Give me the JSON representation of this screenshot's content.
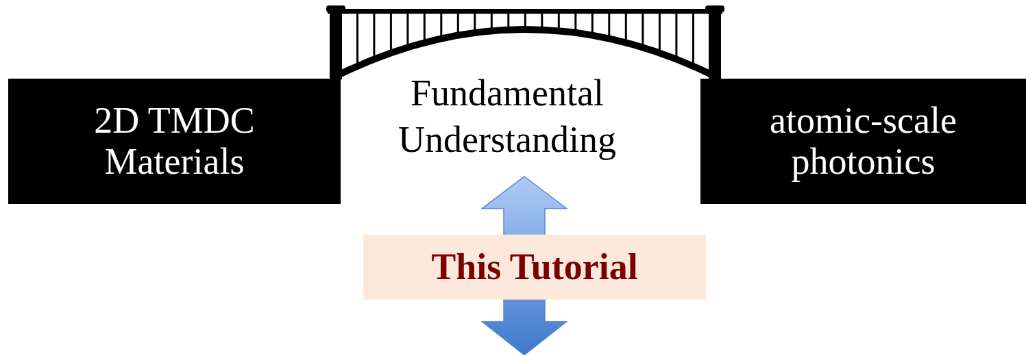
{
  "diagram": {
    "nodes": [
      {
        "text": [
          "2D TMDC Materials"
        ]
      },
      {
        "text": [
          "atomic-scale photonics"
        ]
      },
      {
        "text": [
          "This Tutorial"
        ]
      }
    ],
    "labels": [
      "Fundamental Understanding"
    ]
  }
}
